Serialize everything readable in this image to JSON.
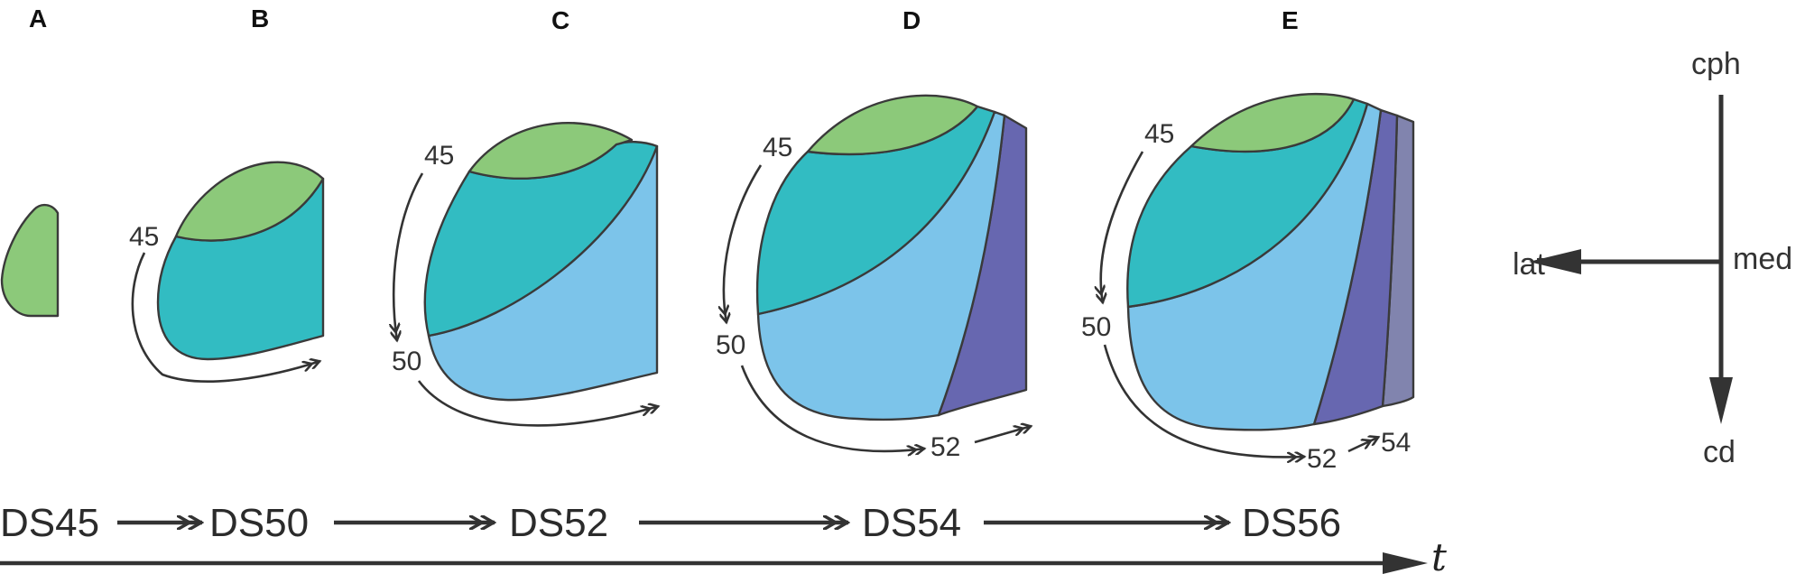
{
  "colors": {
    "green": "#8cc97a",
    "teal": "#32bcc2",
    "light_blue": "#7cc4ea",
    "violet": "#6767b0",
    "grey_violet": "#8184ae",
    "arrow": "#333333"
  },
  "panels": [
    {
      "letter": "A",
      "labels": []
    },
    {
      "letter": "B",
      "labels": [
        "45"
      ]
    },
    {
      "letter": "C",
      "labels": [
        "45",
        "50"
      ]
    },
    {
      "letter": "D",
      "labels": [
        "45",
        "50",
        "52"
      ]
    },
    {
      "letter": "E",
      "labels": [
        "45",
        "50",
        "52",
        "54"
      ]
    }
  ],
  "stages": [
    "DS45",
    "DS50",
    "DS52",
    "DS54",
    "DS56"
  ],
  "time_axis_label": "t",
  "orientation": {
    "top": "cph",
    "bottom": "cd",
    "left": "lat",
    "right": "med"
  }
}
